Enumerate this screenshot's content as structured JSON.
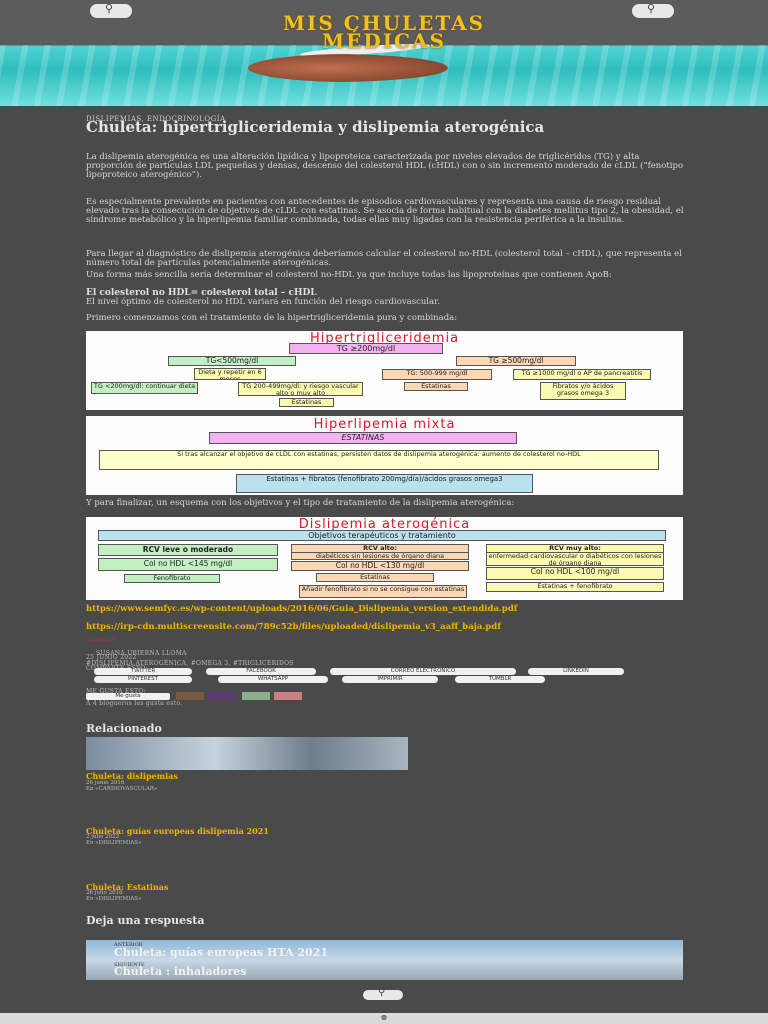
{
  "site": {
    "title_line1": "MIS CHULETAS",
    "title_line2": "MÉDICAS",
    "search_glyph": "⚲"
  },
  "post": {
    "categories": "DISLIPEMIAS, ENDOCRINOLOGÍA",
    "title": "Chuleta: hipertrigliceridemia y dislipemia aterogénica",
    "p1": "La dislipemia aterogénica es una alteración lipídica y lipoproteica caracterizada por niveles elevados de triglicéridos (TG) y alta proporción de partículas LDL pequeñas y densas, descenso del colesterol HDL (cHDL) con o sin incremento moderado de cLDL (“fenotipo lipoproteico aterogénico”).",
    "p2": "Es especialmente prevalente en pacientes con antecedentes de episodios cardiovasculares y representa una causa de riesgo residual elevado tras la consecución de objetivos de cLDL con estatinas. Se asocia de forma habitual con la diabetes mellitus tipo 2, la obesidad, el síndrome metabólico y la hiperlipemia familiar combinada, todas ellas muy ligadas con la resistencia periférica a la insulina.",
    "p3": "Para llegar al diagnóstico de dislipemia aterogénica deberíamos calcular el colesterol no-HDL (colesterol total – cHDL), que representa el número total de partículas potencialmente aterogénicas.",
    "p4": "Una forma más sencilla sería determinar el colesterol no-HDL ya que incluye todas las lipoproteínas que contienen ApoB:",
    "formula": "El colesterol no HDL= colesterol total – cHDL",
    "p5": "El nivel óptimo de colesterol no HDL variará en función del riesgo cardiovascular.",
    "p6": "Primero comenzamos con el tratamiento de la hipertrigliceridemia pura y combinada:",
    "p7": "Y para finalizar, un esquema con los objetivos y el tipo de tratamiento de la dislipemia aterogénica:"
  },
  "diagram1": {
    "title": "Hipertrigliceridemia",
    "root": "TG ≥200mg/dl",
    "left": "TG<500mg/dl",
    "right": "TG ≥500mg/dl",
    "diet": "Dieta y repetir en 6 meses",
    "tg200": "TG <200mg/dl: continuar dieta",
    "tg200_499": "TG 200-499mg/dl: y riesgo vascular alto o muy alto",
    "statins": "Estatinas",
    "tg500_999": "TG: 500-999 mg/dl",
    "tg1000": "TG ≥1000 mg/dl o AP de pancreatitis",
    "statins2": "Estatinas",
    "fibrates": "Fibratos y/o ácidos grasos omega 3"
  },
  "diagram2": {
    "title": "Hiperlipemia mixta",
    "statins": "ESTATINAS",
    "condition": "Si tras alcanzar el objetivo de cLDL con estatinas, persisten datos de dislipemia aterogénica: aumento de colesterol no-HDL",
    "combo": "Estatinas + fibratos (fenofibrato 200mg/día)/ácidos grasos omega3"
  },
  "diagram3": {
    "title": "Dislipemia aterogénica",
    "objectives": "Objetivos terapéuticos y tratamiento",
    "rcv_low": "RCV leve o moderado",
    "rcv_low_target": "Col no HDL <145 mg/dl",
    "rcv_low_tx": "Fenofibrato",
    "rcv_high": "RCV alto:",
    "rcv_high_desc": "diabéticos sin lesiones de órgano diana",
    "rcv_high_target": "Col no HDL <130 mg/dl",
    "rcv_high_tx": "Estatinas",
    "rcv_high_tx2": "Añadir fenofibrato si no se consigue con estatinas",
    "rcv_vhigh": "RCV muy alto:",
    "rcv_vhigh_desc": "enfermedad cardiovascular o diabéticos con lesiones de órgano diana",
    "rcv_vhigh_target": "Col no HDL <100 mg/dl",
    "rcv_vhigh_tx": "Estatinas + fenofibrato"
  },
  "links": {
    "l1": "https://www.semfyc.es/wp-content/uploads/2016/06/Guia_Dislipemia_version_extendida.pdf",
    "l2": "https://irp-cdn.multiscreensite.com/789c52b/files/uploaded/dislipemia_v3_aaff_baja.pdf",
    "more": "Anuncios"
  },
  "meta": {
    "author": "SUSANA UBIERNA LLOMA",
    "date": "25 JUNIO 2022",
    "tags": "#DISLIPEMIA ATEROGÉNICA, #OMEGA 3, #TRIGLICÉRIDOS",
    "share": "COMPARTE ESTO:"
  },
  "share": {
    "twitter": "TWITTER",
    "facebook": "FACEBOOK",
    "email": "CORREO ELECTRÓNICO",
    "linkedin": "LINKEDIN",
    "pinterest": "PINTEREST",
    "whatsapp": "WHATSAPP",
    "print": "IMPRIMIR",
    "tumblr": "TUMBLR"
  },
  "likes": {
    "label": "ME GUSTA ESTO:",
    "button": "Me gusta",
    "text": "A 4 blogueros les gusta esto."
  },
  "related": {
    "heading": "Relacionado",
    "items": [
      {
        "title": "Chuleta: dislipemias",
        "date": "26 junio 2016",
        "cat": "En «CARDIOVASCULAR»"
      },
      {
        "title": "Chuleta: guías europeas dislipemia 2021",
        "date": "2 julio 2022",
        "cat": "En «DISLIPEMIAS»"
      },
      {
        "title": "Chuleta: Estatinas",
        "date": "26 julio 2016",
        "cat": "En «DISLIPEMIAS»"
      }
    ]
  },
  "reply": {
    "heading": "Deja una respuesta"
  },
  "nav": {
    "prev_label": "ANTERIOR",
    "prev_title": "Chuleta: guías europeas HTA 2021",
    "next_label": "SIGUIENTE",
    "next_title": "Chuleta : inhaladores"
  },
  "footer": {
    "glyph": "⊗"
  }
}
